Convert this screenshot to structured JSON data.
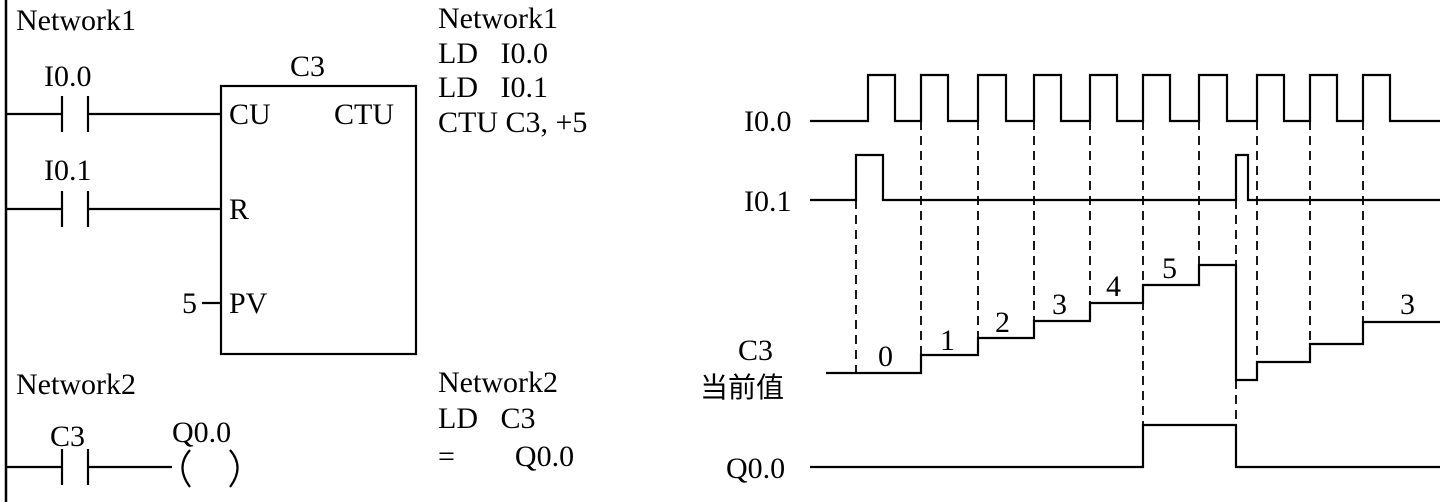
{
  "ladder": {
    "network1_title": "Network1",
    "contact1_label": "I0.0",
    "contact2_label": "I0.1",
    "counter_name": "C3",
    "pin_cu": "CU",
    "pin_r": "R",
    "pin_pv": "PV",
    "box_type": "CTU",
    "pv_value": "5",
    "network2_title": "Network2",
    "contact3_label": "C3",
    "coil_label": "Q0.0"
  },
  "stl": {
    "network1_title": "Network1",
    "network1_lines": [
      "LD   I0.0",
      "LD   I0.1",
      "CTU C3, +5"
    ],
    "network2_title": "Network2",
    "network2_lines": [
      "LD   C3",
      "=        Q0.0"
    ]
  },
  "timing": {
    "signal_labels": {
      "i00": "I0.0",
      "i01": "I0.1",
      "c3_line1": "C3",
      "c3_line2": "当前值",
      "q00": "Q0.0"
    },
    "counter_values": [
      "0",
      "1",
      "2",
      "3",
      "4",
      "5",
      "3"
    ]
  }
}
